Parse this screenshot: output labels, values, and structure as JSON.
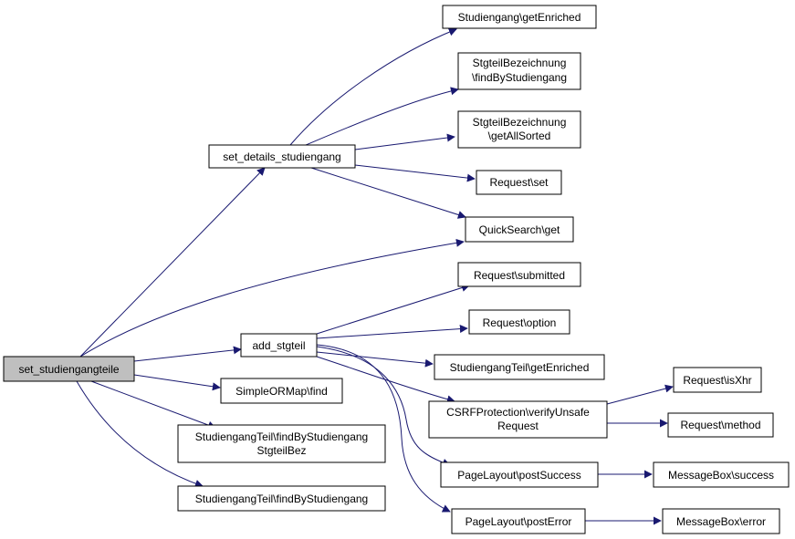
{
  "diagram": {
    "nodes": {
      "root": [
        "set_studiengangteile"
      ],
      "set_details": [
        "set_details_studiengang"
      ],
      "sg_enriched": [
        "Studiengang\\getEnriched"
      ],
      "stb_find": [
        "StgteilBezeichnung",
        "\\findByStudiengang"
      ],
      "stb_all": [
        "StgteilBezeichnung",
        "\\getAllSorted"
      ],
      "req_set": [
        "Request\\set"
      ],
      "qs_get": [
        "QuickSearch\\get"
      ],
      "add": [
        "add_stgteil"
      ],
      "req_sub": [
        "Request\\submitted"
      ],
      "req_opt": [
        "Request\\option"
      ],
      "sgt_enriched": [
        "StudiengangTeil\\getEnriched"
      ],
      "csrf": [
        "CSRFProtection\\verifyUnsafe",
        "Request"
      ],
      "req_xhr": [
        "Request\\isXhr"
      ],
      "req_method": [
        "Request\\method"
      ],
      "pl_success": [
        "PageLayout\\postSuccess"
      ],
      "mb_success": [
        "MessageBox\\success"
      ],
      "pl_error": [
        "PageLayout\\postError"
      ],
      "mb_error": [
        "MessageBox\\error"
      ],
      "orm_find": [
        "SimpleORMap\\find"
      ],
      "sgt_bez": [
        "StudiengangTeil\\findByStudiengang",
        "StgteilBez"
      ],
      "sgt_find": [
        "StudiengangTeil\\findByStudiengang"
      ]
    }
  }
}
